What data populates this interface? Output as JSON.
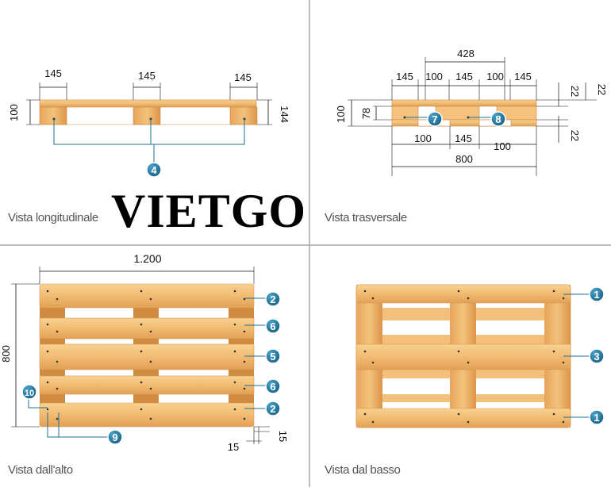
{
  "brand": {
    "logo_text": "VIETGO"
  },
  "views": {
    "longitudinal": {
      "caption": "Vista longitudinale",
      "dims": {
        "block_left": "145",
        "block_mid": "145",
        "block_right": "145",
        "height_left": "100",
        "height_right": "144"
      },
      "callouts": [
        "4"
      ]
    },
    "transverse": {
      "caption": "Vista trasversale",
      "dims": {
        "top_span": "428",
        "w1": "145",
        "w2": "100",
        "w3": "145",
        "w4": "100",
        "w5": "145",
        "board_top": "22",
        "board_top2": "22",
        "board_bottom": "22",
        "h_outer": "100",
        "h_inner": "78",
        "bottom_gap_left": "100",
        "bottom_mid": "145",
        "bottom_gap_right": "100",
        "overall": "800"
      },
      "callouts": [
        "7",
        "8"
      ]
    },
    "top": {
      "caption": "Vista dall'alto",
      "dims": {
        "length": "1.200",
        "width": "800",
        "edge_x": "15",
        "edge_y": "15"
      },
      "callouts": [
        "2",
        "6",
        "5",
        "6",
        "2",
        "10",
        "9"
      ]
    },
    "bottom": {
      "caption": "Vista dal basso",
      "callouts": [
        "1",
        "3",
        "1"
      ]
    }
  },
  "colors": {
    "wood_light": "#f6c77e",
    "wood_mid": "#eaa860",
    "wood_dark": "#d98f48",
    "badge": "#1f6f96",
    "divider": "#9a9a9a"
  }
}
